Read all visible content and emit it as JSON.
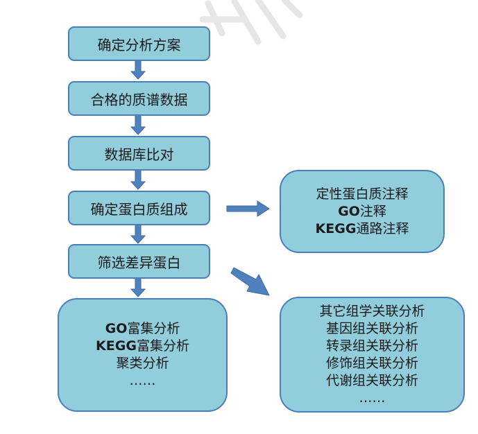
{
  "steps": [
    "确定分析方案",
    "合格的质谱数据",
    "数据库比对",
    "确定蛋白质组成",
    "筛选差异蛋白"
  ],
  "enrichment_box": {
    "lines": [
      {
        "bold": "GO",
        "text": "富集分析"
      },
      {
        "bold": "KEGG",
        "text": "富集分析"
      },
      {
        "bold": "",
        "text": "聚类分析"
      },
      {
        "bold": "",
        "text": "……"
      }
    ]
  },
  "annotation_box": {
    "lines": [
      {
        "bold": "",
        "text": "定性蛋白质注释"
      },
      {
        "bold": "GO",
        "text": "注释"
      },
      {
        "bold": "KEGG",
        "text": "通路注释"
      }
    ]
  },
  "association_box": {
    "lines": [
      {
        "bold": "",
        "text": "其它组学关联分析"
      },
      {
        "bold": "",
        "text": "基因组关联分析"
      },
      {
        "bold": "",
        "text": "转录组关联分析"
      },
      {
        "bold": "",
        "text": "修饰组关联分析"
      },
      {
        "bold": "",
        "text": "代谢组关联分析"
      },
      {
        "bold": "",
        "text": "……"
      }
    ]
  },
  "colors": {
    "box_fill": "#92cddc",
    "box_border": "#4a7dbb",
    "arrow": "#4f81bd"
  }
}
